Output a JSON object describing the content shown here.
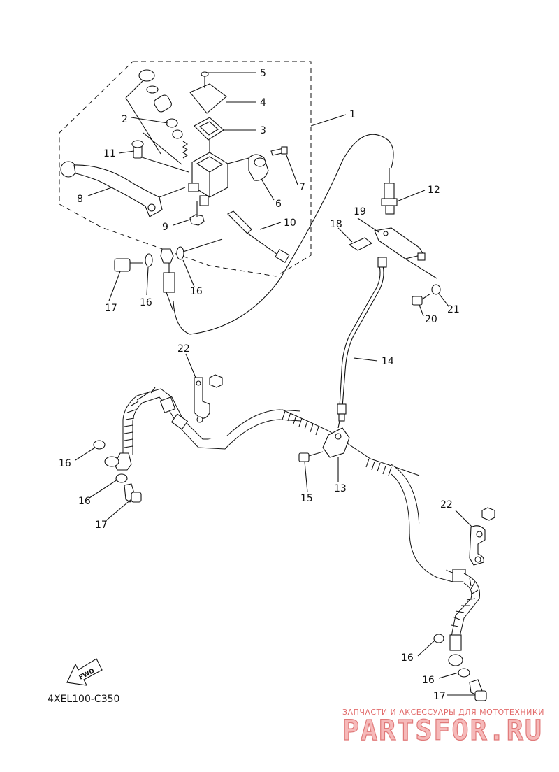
{
  "diagram": {
    "callouts": [
      "1",
      "2",
      "3",
      "4",
      "5",
      "6",
      "7",
      "8",
      "9",
      "10",
      "11",
      "12",
      "13",
      "14",
      "15",
      "16",
      "16",
      "16",
      "16",
      "16",
      "16",
      "17",
      "17",
      "17",
      "18",
      "19",
      "20",
      "21",
      "22",
      "22"
    ],
    "fwd_label": "FWD",
    "diagram_code": "4XEL100-C350"
  },
  "watermark": {
    "tagline": "ЗАПЧАСТИ И АКСЕССУАРЫ ДЛЯ МОТОТЕХНИКИ",
    "brand": "PARTSFOR.RU"
  }
}
